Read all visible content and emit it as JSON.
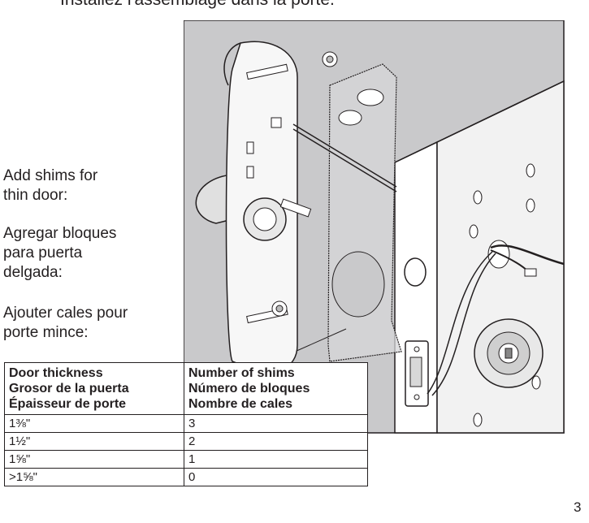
{
  "heading": "Installez l'assemblage dans la porte.",
  "shim_note": {
    "en": [
      "Add shims for",
      "thin door:"
    ],
    "es": [
      "Agregar bloques",
      "para puerta",
      "delgada:"
    ],
    "fr": [
      "Ajouter cales pour",
      "porte mince:"
    ]
  },
  "table": {
    "headers": {
      "thickness": [
        "Door thickness",
        "Grosor de la puerta",
        "Épaisseur de porte"
      ],
      "shims": [
        "Number of shims",
        "Número de bloques",
        "Nombre de cales"
      ]
    },
    "rows": [
      {
        "thickness": "1⅜\"",
        "shims": "3"
      },
      {
        "thickness": "1½\"",
        "shims": "2"
      },
      {
        "thickness": "1⅝\"",
        "shims": "1"
      },
      {
        "thickness": ">1⅝\"",
        "shims": "0"
      }
    ]
  },
  "page_number": "3",
  "colors": {
    "panel_bg": "#c9c9cb",
    "outline": "#231f20",
    "door_face": "#f2f2f2"
  }
}
